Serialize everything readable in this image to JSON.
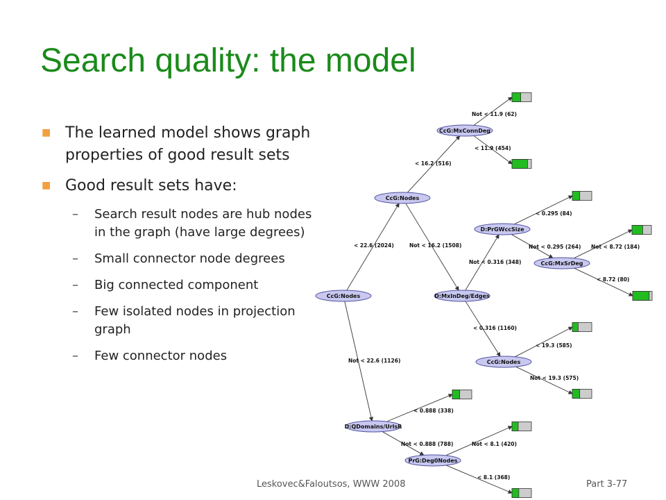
{
  "slide": {
    "title": "Search quality: the model",
    "bullets": [
      {
        "text": "The learned model shows graph properties of good result sets",
        "children": []
      },
      {
        "text": "Good result sets have:",
        "children": [
          "Search result nodes are hub nodes in the graph (have large degrees)",
          "Small connector node degrees",
          "Big connected component",
          "Few isolated nodes in projection graph",
          "Few connector nodes"
        ]
      }
    ],
    "footer_left": "Leskovec&Faloutsos, WWW 2008",
    "footer_right": "Part 3-77"
  },
  "tree": {
    "nodes": [
      {
        "id": "root",
        "label": "CcG:Nodes"
      },
      {
        "id": "n_nodes_top",
        "label": "CcG:Nodes"
      },
      {
        "id": "n_mxconn",
        "label": "CcG:MxConnDeg"
      },
      {
        "id": "n_mxindeg",
        "label": "D:MxInDeg/Edges"
      },
      {
        "id": "n_prgwcc",
        "label": "D:PrGWccSize"
      },
      {
        "id": "n_mxsrdeg",
        "label": "CcG:MxSrDeg"
      },
      {
        "id": "n_nodes_mid",
        "label": "CcG:Nodes"
      },
      {
        "id": "n_qdomains",
        "label": "D:QDomains/UrlsR"
      },
      {
        "id": "n_deg0",
        "label": "PrG:Deg0Nodes"
      }
    ],
    "leaves": [
      {
        "id": "l1",
        "good_fraction": 0.45
      },
      {
        "id": "l2",
        "good_fraction": 0.8
      },
      {
        "id": "l3",
        "good_fraction": 0.38
      },
      {
        "id": "l4",
        "good_fraction": 0.55
      },
      {
        "id": "l5",
        "good_fraction": 0.85
      },
      {
        "id": "l6",
        "good_fraction": 0.3
      },
      {
        "id": "l7",
        "good_fraction": 0.38
      },
      {
        "id": "l8",
        "good_fraction": 0.38
      },
      {
        "id": "l9",
        "good_fraction": 0.32
      },
      {
        "id": "l10",
        "good_fraction": 0.35
      }
    ],
    "edges": [
      {
        "from": "root",
        "to": "n_nodes_top",
        "label": "< 22.6 (2024)"
      },
      {
        "from": "root",
        "to": "n_qdomains",
        "label": "Not < 22.6 (1126)"
      },
      {
        "from": "n_nodes_top",
        "to": "n_mxconn",
        "label": "< 16.2 (516)"
      },
      {
        "from": "n_nodes_top",
        "to": "n_mxindeg",
        "label": "Not < 16.2 (1508)"
      },
      {
        "from": "n_mxconn",
        "to": "l1",
        "label": "Not < 11.9 (62)"
      },
      {
        "from": "n_mxconn",
        "to": "l2",
        "label": "< 11.9 (454)"
      },
      {
        "from": "n_mxindeg",
        "to": "n_prgwcc",
        "label": "Not < 0.316 (348)"
      },
      {
        "from": "n_mxindeg",
        "to": "n_nodes_mid",
        "label": "< 0.316 (1160)"
      },
      {
        "from": "n_prgwcc",
        "to": "l3",
        "label": "< 0.295 (84)"
      },
      {
        "from": "n_prgwcc",
        "to": "n_mxsrdeg",
        "label": "Not < 0.295 (264)"
      },
      {
        "from": "n_mxsrdeg",
        "to": "l4",
        "label": "Not < 8.72 (184)"
      },
      {
        "from": "n_mxsrdeg",
        "to": "l5",
        "label": "< 8.72 (80)"
      },
      {
        "from": "n_nodes_mid",
        "to": "l6",
        "label": "< 19.3 (585)"
      },
      {
        "from": "n_nodes_mid",
        "to": "l7",
        "label": "Not < 19.3 (575)"
      },
      {
        "from": "n_qdomains",
        "to": "l8",
        "label": "< 0.888 (338)"
      },
      {
        "from": "n_qdomains",
        "to": "n_deg0",
        "label": "Not < 0.888 (788)"
      },
      {
        "from": "n_deg0",
        "to": "l9",
        "label": "Not < 8.1 (420)"
      },
      {
        "from": "n_deg0",
        "to": "l10",
        "label": "< 8.1 (368)"
      }
    ]
  },
  "colors": {
    "title": "#1a8a1a",
    "bullet_marker": "#f2a040",
    "node_fill": "#c8c8f0",
    "node_stroke": "#5050a0",
    "leaf_good": "#22bb22",
    "leaf_bad": "#cccccc"
  }
}
